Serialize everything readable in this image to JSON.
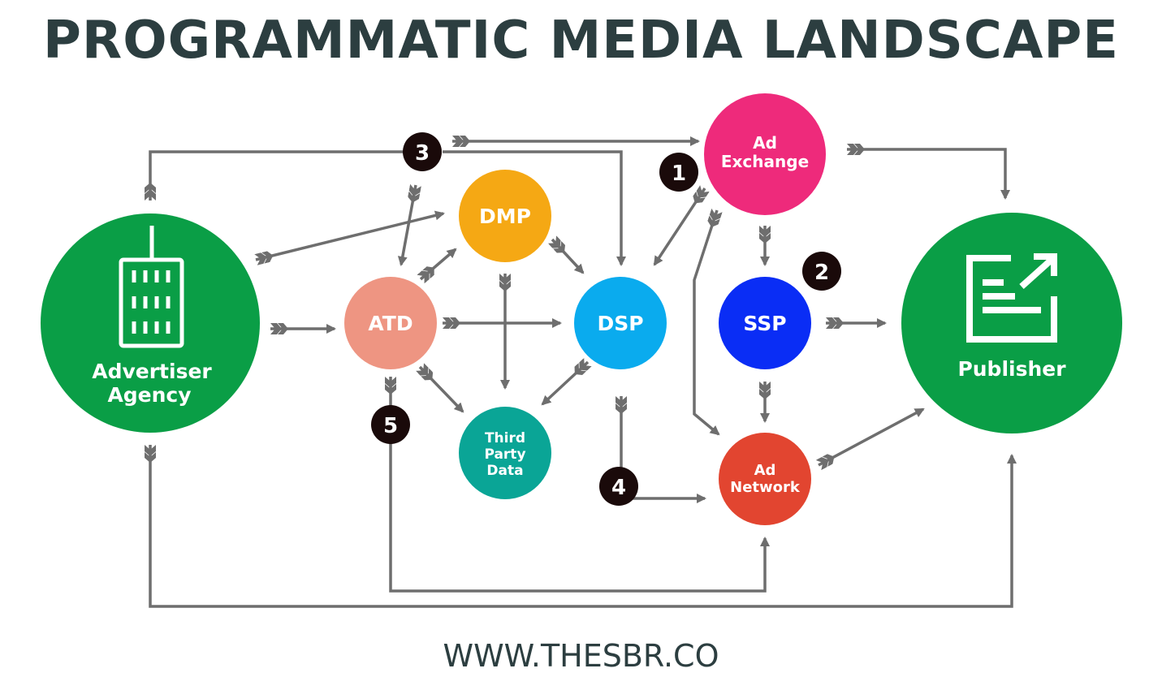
{
  "title": "PROGRAMMATIC MEDIA LANDSCAPE",
  "footer": "WWW.THESBR.CO",
  "nodes": {
    "advertiser": {
      "line1": "Advertiser",
      "line2": "Agency",
      "color": "#0a9e46",
      "icon": "building-icon"
    },
    "atd": {
      "label": "ATD",
      "color": "#ee9582"
    },
    "dmp": {
      "label": "DMP",
      "color": "#f5a814"
    },
    "dsp": {
      "label": "DSP",
      "color": "#0aabee"
    },
    "third_party": {
      "line1": "Third",
      "line2": "Party",
      "line3": "Data",
      "color": "#0aa596"
    },
    "ad_exchange": {
      "line1": "Ad",
      "line2": "Exchange",
      "color": "#ee2a7b"
    },
    "ssp": {
      "label": "SSP",
      "color": "#0a2df5"
    },
    "ad_network": {
      "line1": "Ad",
      "line2": "Network",
      "color": "#e24530"
    },
    "publisher": {
      "label": "Publisher",
      "color": "#0a9e46",
      "icon": "publish-document-icon"
    }
  },
  "badges": {
    "b1": "1",
    "b2": "2",
    "b3": "3",
    "b4": "4",
    "b5": "5"
  },
  "colors": {
    "arrow": "#6e6e6e",
    "badge": "#1a0a0a",
    "title": "#2c3e40"
  }
}
